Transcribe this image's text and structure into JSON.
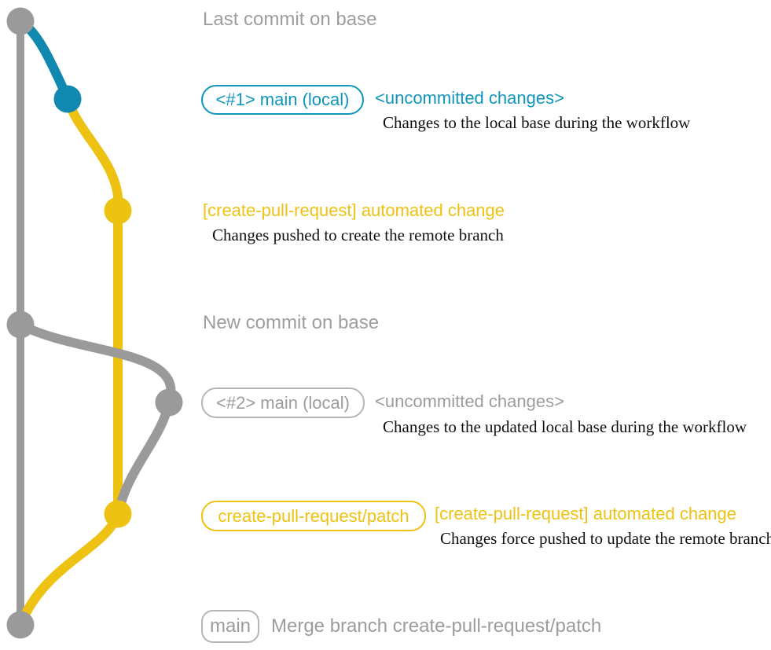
{
  "colors": {
    "gray_line": "#9a9a9a",
    "gray_text": "#9e9e9e",
    "gray_border": "#b5b5b5",
    "blue_line": "#1088b0",
    "blue_text": "#1095bd",
    "yellow": "#eec213",
    "desc_text": "#111111"
  },
  "annotations": {
    "last_commit": {
      "label": "Last commit on base"
    },
    "commit1": {
      "badge": "<#1> main (local)",
      "title": "<uncommitted changes>",
      "desc": "Changes to the local base during the workflow"
    },
    "commit2": {
      "title": "[create-pull-request] automated change",
      "desc": "Changes pushed to create the remote branch"
    },
    "new_commit": {
      "label": "New commit on base"
    },
    "commit3": {
      "badge": "<#2> main (local)",
      "title": "<uncommitted changes>",
      "desc": "Changes to the updated local base during the workflow"
    },
    "commit4": {
      "badge": "create-pull-request/patch",
      "title": "[create-pull-request] automated change",
      "desc": "Changes force pushed to update the remote branch"
    },
    "merge": {
      "badge": "main",
      "title": "Merge branch create-pull-request/patch"
    }
  }
}
